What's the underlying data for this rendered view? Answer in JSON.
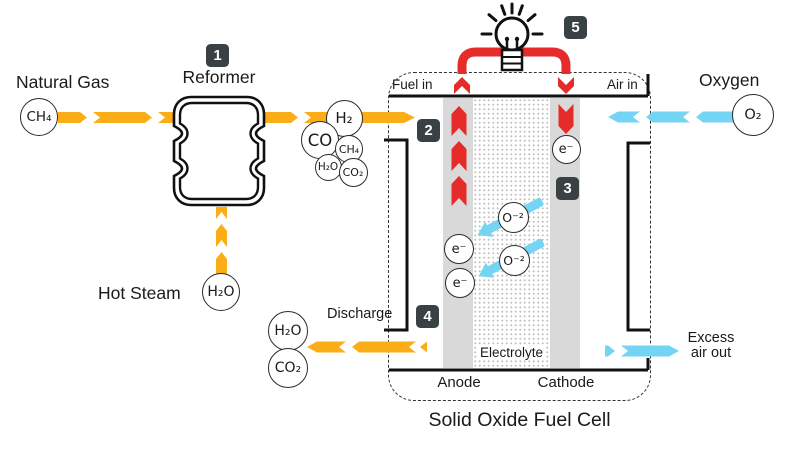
{
  "title": "Solid Oxide Fuel Cell",
  "colors": {
    "arrow_yellow": "#FBAD18",
    "arrow_red": "#E62B2B",
    "arrow_blue": "#74D4F4",
    "badge_bg": "#3A4145",
    "band_gray": "#D9D9D9"
  },
  "labels": {
    "natural_gas": "Natural Gas",
    "reformer": "Reformer",
    "hot_steam": "Hot Steam",
    "oxygen": "Oxygen",
    "fuel_in": "Fuel in",
    "air_in": "Air in",
    "discharge": "Discharge",
    "excess_line1": "Excess",
    "excess_line2": "air out",
    "electrolyte": "Electrolyte",
    "anode": "Anode",
    "cathode": "Cathode"
  },
  "badges": {
    "step1": "1",
    "step2": "2",
    "step3": "3",
    "step4": "4",
    "step5": "5"
  },
  "molecules": {
    "natural_gas": "CH₄",
    "steam": "H₂O",
    "reformate": {
      "h2": "H₂",
      "co": "CO",
      "ch4": "CH₄",
      "h2o": "H₂O",
      "co2": "CO₂"
    },
    "exhaust": {
      "h2o": "H₂O",
      "co2": "CO₂"
    },
    "oxygen": "O₂",
    "electron": "e⁻",
    "oxide_ion": "O⁻²"
  }
}
